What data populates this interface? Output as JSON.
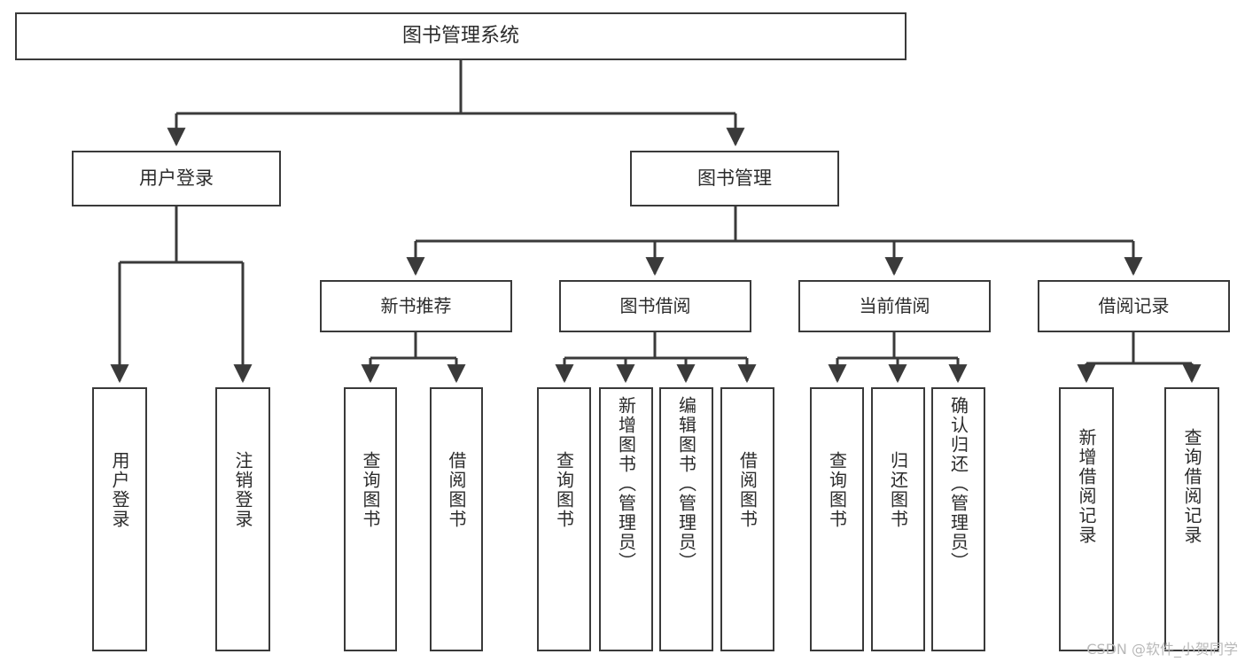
{
  "diagram": {
    "title": "图书管理系统",
    "type": "tree-hierarchy",
    "orientation": "top-down",
    "line_color": "#3a3a3a",
    "box_border_color": "#3a3a3a",
    "box_fill_color": "#ffffff",
    "text_color": "#2b2b2b",
    "background_color": "#ffffff"
  },
  "root": {
    "label": "图书管理系统"
  },
  "level2": [
    {
      "label": "用户登录"
    },
    {
      "label": "图书管理"
    }
  ],
  "level3": [
    {
      "label": "新书推荐"
    },
    {
      "label": "图书借阅"
    },
    {
      "label": "当前借阅"
    },
    {
      "label": "借阅记录"
    }
  ],
  "leaves": {
    "user_login": [
      {
        "label": "用户登录"
      },
      {
        "label": "注销登录"
      }
    ],
    "new_book_recommend": [
      {
        "label": "查询图书"
      },
      {
        "label": "借阅图书"
      }
    ],
    "book_borrow": [
      {
        "label": "查询图书"
      },
      {
        "label": "新增图书（管理员）"
      },
      {
        "label": "编辑图书（管理员）"
      },
      {
        "label": "借阅图书"
      }
    ],
    "current_borrow": [
      {
        "label": "查询图书"
      },
      {
        "label": "归还图书"
      },
      {
        "label": "确认归还（管理员）"
      }
    ],
    "borrow_record": [
      {
        "label": "新增借阅记录"
      },
      {
        "label": "查询借阅记录"
      }
    ]
  },
  "watermark": {
    "text": "CSDN @软件_小贺同学"
  }
}
